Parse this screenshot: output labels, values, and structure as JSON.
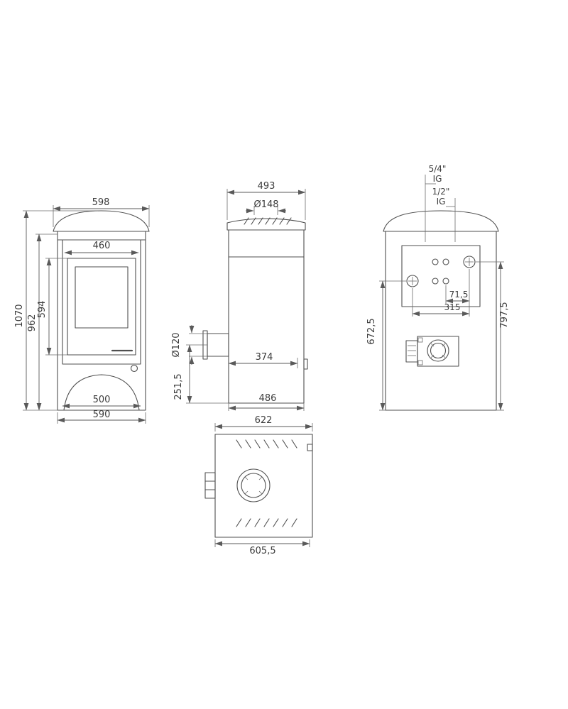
{
  "drawing": {
    "front": {
      "top_width": "598",
      "door_width": "460",
      "total_height": "1070",
      "body_height": "962",
      "door_height": "594",
      "base_width": "500",
      "bottom_width": "590"
    },
    "side": {
      "depth": "493",
      "flue_top_diameter": "Ø148",
      "flue_rear_diameter": "Ø120",
      "inner_depth": "374",
      "bottom_depth": "486",
      "rear_flue_height": "251,5"
    },
    "rear": {
      "boiler_connection_size": "5/4\"",
      "boiler_connection_thread": "IG",
      "sensor_connection_size": "1/2\"",
      "sensor_connection_thread": "IG",
      "connection_offset": "71,5",
      "connection_spacing": "315",
      "connection_height_left": "672,5",
      "connection_height_right": "797,5"
    },
    "top": {
      "width": "622",
      "bottom_width": "605,5"
    }
  }
}
